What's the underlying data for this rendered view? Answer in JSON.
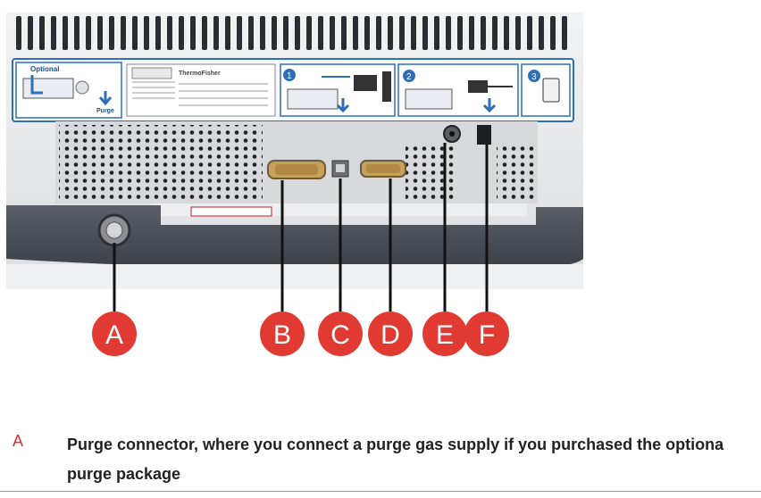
{
  "figure": {
    "sticker": {
      "optional_label": "Optional",
      "purge_label": "Purge",
      "brand": "ThermoFisher",
      "step1": "1",
      "step2": "2",
      "step3": "3"
    },
    "callouts": [
      {
        "letter": "A"
      },
      {
        "letter": "B"
      },
      {
        "letter": "C"
      },
      {
        "letter": "D"
      },
      {
        "letter": "E"
      },
      {
        "letter": "F"
      }
    ],
    "colors": {
      "callout_fill": "#e03a33",
      "sticker_blue": "#2f6fb5",
      "panel_dark": "#4b5058",
      "panel_light": "#e7e8ea"
    }
  },
  "legend": [
    {
      "key": "A",
      "text_line1": "Purge connector, where you connect a purge gas supply if you purchased the optiona",
      "text_line2": "purge package"
    }
  ]
}
